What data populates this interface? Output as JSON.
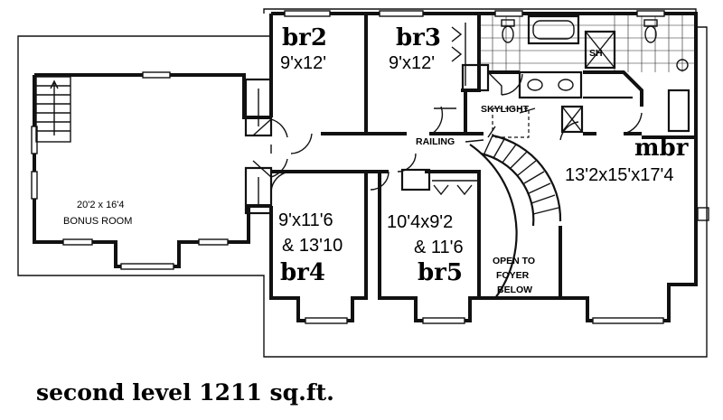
{
  "rooms": {
    "br2": {
      "name": "br2",
      "size": "9'x12'"
    },
    "br3": {
      "name": "br3",
      "size": "9'x12'"
    },
    "br4": {
      "name": "br4",
      "size_line1": "9'x11'6",
      "size_line2": "& 13'10"
    },
    "br5": {
      "name": "br5",
      "size_line1": "10'4x9'2",
      "size_line2": "& 11'6"
    },
    "mbr": {
      "name": "mbr",
      "size": "13'2x15'x17'4"
    },
    "bonus": {
      "size": "20'2 x 16'4",
      "name": "BONUS ROOM"
    }
  },
  "labels": {
    "skylight": "SKYLIGHT",
    "railing": "RAILING",
    "shower": "SH",
    "open_line1": "OPEN TO",
    "open_line2": "FOYER",
    "open_line3": "BELOW"
  },
  "caption": "second level 1211  sq.ft."
}
